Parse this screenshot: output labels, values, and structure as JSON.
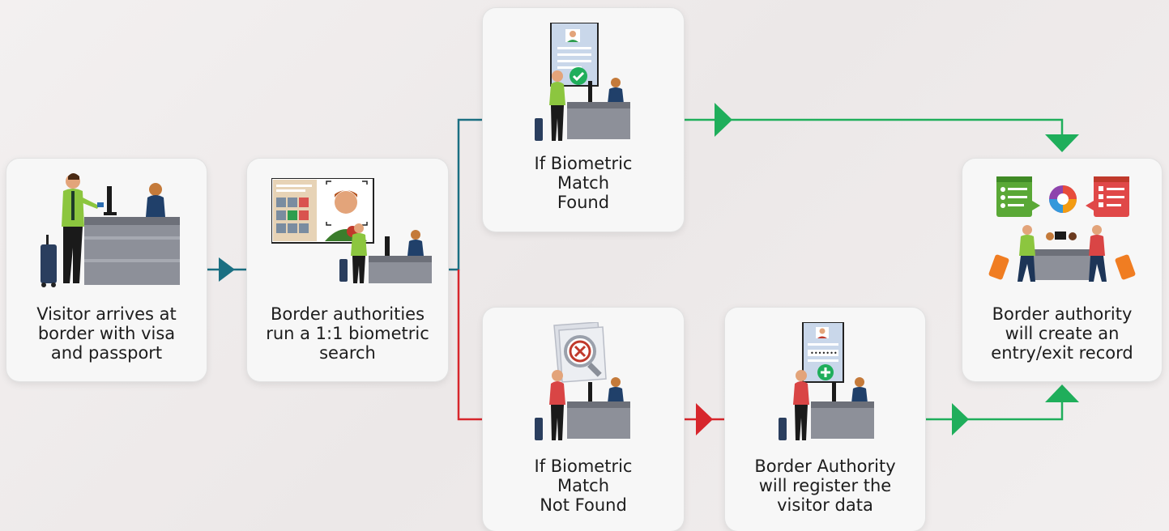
{
  "steps": {
    "arrive": {
      "label": "Visitor arrives at\nborder with visa\nand passport"
    },
    "search": {
      "label": "Border authorities\nrun a 1:1 biometric\nsearch"
    },
    "found": {
      "label": "If Biometric\nMatch\nFound"
    },
    "not_found": {
      "label": "If Biometric\nMatch\nNot  Found"
    },
    "register": {
      "label": "Border Authority\nwill register the\nvisitor data"
    },
    "record": {
      "label": "Border authority\nwill create an\nentry/exit record"
    }
  },
  "colors": {
    "teal": "#1b6f82",
    "green": "#1fae5b",
    "red": "#d7262c",
    "desk": "#8d9099",
    "card": "#f7f7f7"
  },
  "icons": [
    "traveler-icon",
    "officer-icon",
    "face-scan-icon",
    "doc-check-icon",
    "doc-reject-icon",
    "doc-add-icon",
    "checklist-icon",
    "logo-icon",
    "luggage-icon"
  ]
}
